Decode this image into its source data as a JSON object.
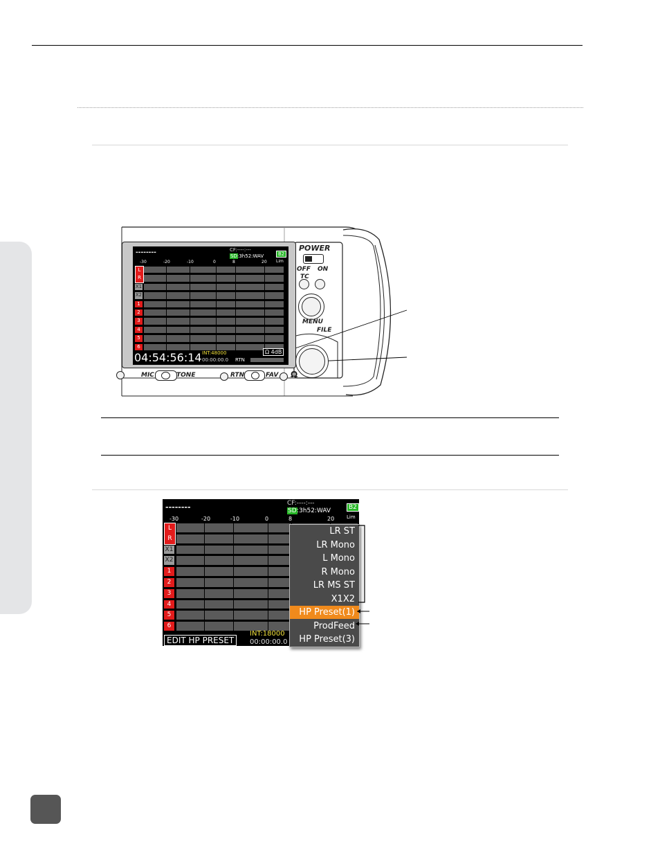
{
  "screen1": {
    "title_dashes": "--------",
    "cf_label": "CF:----:---",
    "sd_tag": "SD",
    "sd_info": ":3h52:WAV",
    "battery": "B2",
    "lim": "Lim",
    "scale": [
      "-30",
      "-20",
      "-10",
      "0",
      "8",
      "20"
    ],
    "channels": [
      "L",
      "R",
      "X1",
      "X2",
      "1",
      "2",
      "3",
      "4",
      "5",
      "6"
    ],
    "timecode": "04:54:56:14",
    "int_rate": "INT:48000",
    "counter": "00:00:00.0",
    "rtn": "RTN",
    "hp_level": "4dB"
  },
  "device": {
    "power": "POWER",
    "off": "OFF",
    "on": "ON",
    "tc": "TC",
    "menu": "MENU",
    "file": "FILE",
    "mic": "MIC",
    "tone": "TONE",
    "rtn": "RTN",
    "fav": "FAV"
  },
  "screen2": {
    "title_dashes": "--------",
    "cf_label": "CF:----:---",
    "sd_tag": "SD",
    "sd_info": ":3h52:WAV",
    "battery": "B2",
    "lim": "Lim",
    "scale": [
      "-30",
      "-20",
      "-10",
      "0",
      "8",
      "20"
    ],
    "channels": [
      "L",
      "R",
      "X1",
      "X2",
      "1",
      "2",
      "3",
      "4",
      "5",
      "6"
    ],
    "footer_label": "EDIT HP PRESET",
    "int_rate": "INT:18000",
    "counter": "00:00:00.0"
  },
  "hp_menu": [
    {
      "label": "LR ST",
      "selected": false
    },
    {
      "label": "LR Mono",
      "selected": false
    },
    {
      "label": "L Mono",
      "selected": false
    },
    {
      "label": "R Mono",
      "selected": false
    },
    {
      "label": "LR MS ST",
      "selected": false
    },
    {
      "label": "X1X2",
      "selected": false
    },
    {
      "label": "HP Preset(1)",
      "selected": true
    },
    {
      "label": "ProdFeed",
      "selected": false
    },
    {
      "label": "HP Preset(3)",
      "selected": false
    }
  ],
  "colors": {
    "sidebar": "#e4e5e7",
    "badge": "#565656",
    "channel_red": "#e21b1b",
    "menu_highlight": "#f08a1c",
    "sd_green": "#27b627",
    "rate_yellow": "#f3e23b"
  }
}
